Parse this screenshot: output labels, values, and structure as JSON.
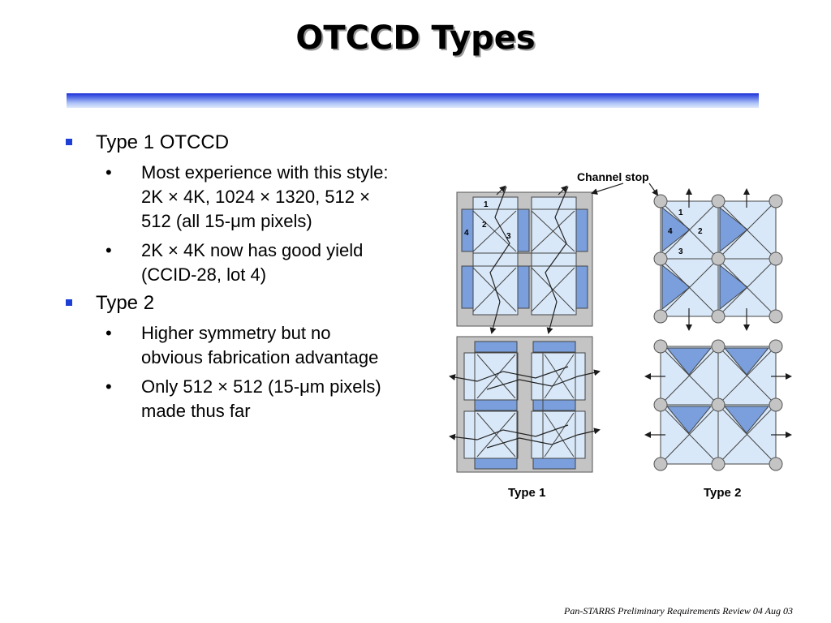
{
  "slide": {
    "title": "OTCCD Types",
    "footer": "Pan-STARRS Preliminary Requirements Review 04 Aug 03"
  },
  "bullets": [
    {
      "text": "Type 1 OTCCD",
      "sub": [
        {
          "lines": [
            "Most experience with this style:",
            "2K × 4K, 1024 × 1320, 512 ×",
            "512 (all 15-μm pixels)"
          ]
        },
        {
          "lines": [
            "2K × 4K now has good yield",
            "(CCID-28, lot 4)"
          ]
        }
      ]
    },
    {
      "text": "Type 2",
      "sub": [
        {
          "lines": [
            "Higher symmetry but no",
            "obvious fabrication advantage"
          ]
        },
        {
          "lines": [
            "Only 512 × 512 (15-μm pixels)",
            "made thus far"
          ]
        }
      ]
    }
  ],
  "diagram": {
    "channel_stop_label": "Channel stop",
    "type1_label": "Type 1",
    "type2_label": "Type 2",
    "phase_labels": [
      "1",
      "2",
      "3",
      "4"
    ],
    "colors": {
      "pixel_fill": "#d9e8f8",
      "gate_fill": "#7a9fdc",
      "stop_fill": "#c4c4c4",
      "line": "#2a2a2a"
    }
  }
}
